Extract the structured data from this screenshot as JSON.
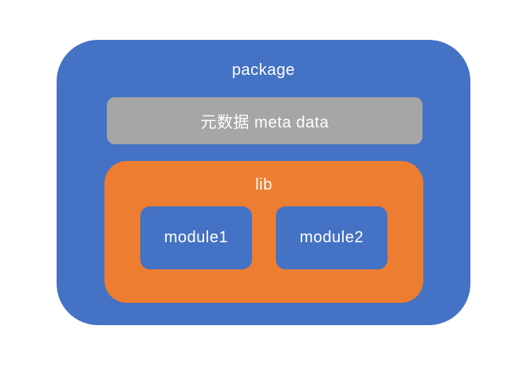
{
  "diagram": {
    "package": {
      "label": "package"
    },
    "meta": {
      "label": "元数据 meta data"
    },
    "lib": {
      "label": "lib"
    },
    "modules": [
      {
        "label": "module1"
      },
      {
        "label": "module2"
      }
    ]
  },
  "colors": {
    "blue": "#4472C4",
    "orange": "#ED7D31",
    "gray": "#A6A6A6",
    "text": "#FFFFFF",
    "background": "#FFFFFF"
  }
}
